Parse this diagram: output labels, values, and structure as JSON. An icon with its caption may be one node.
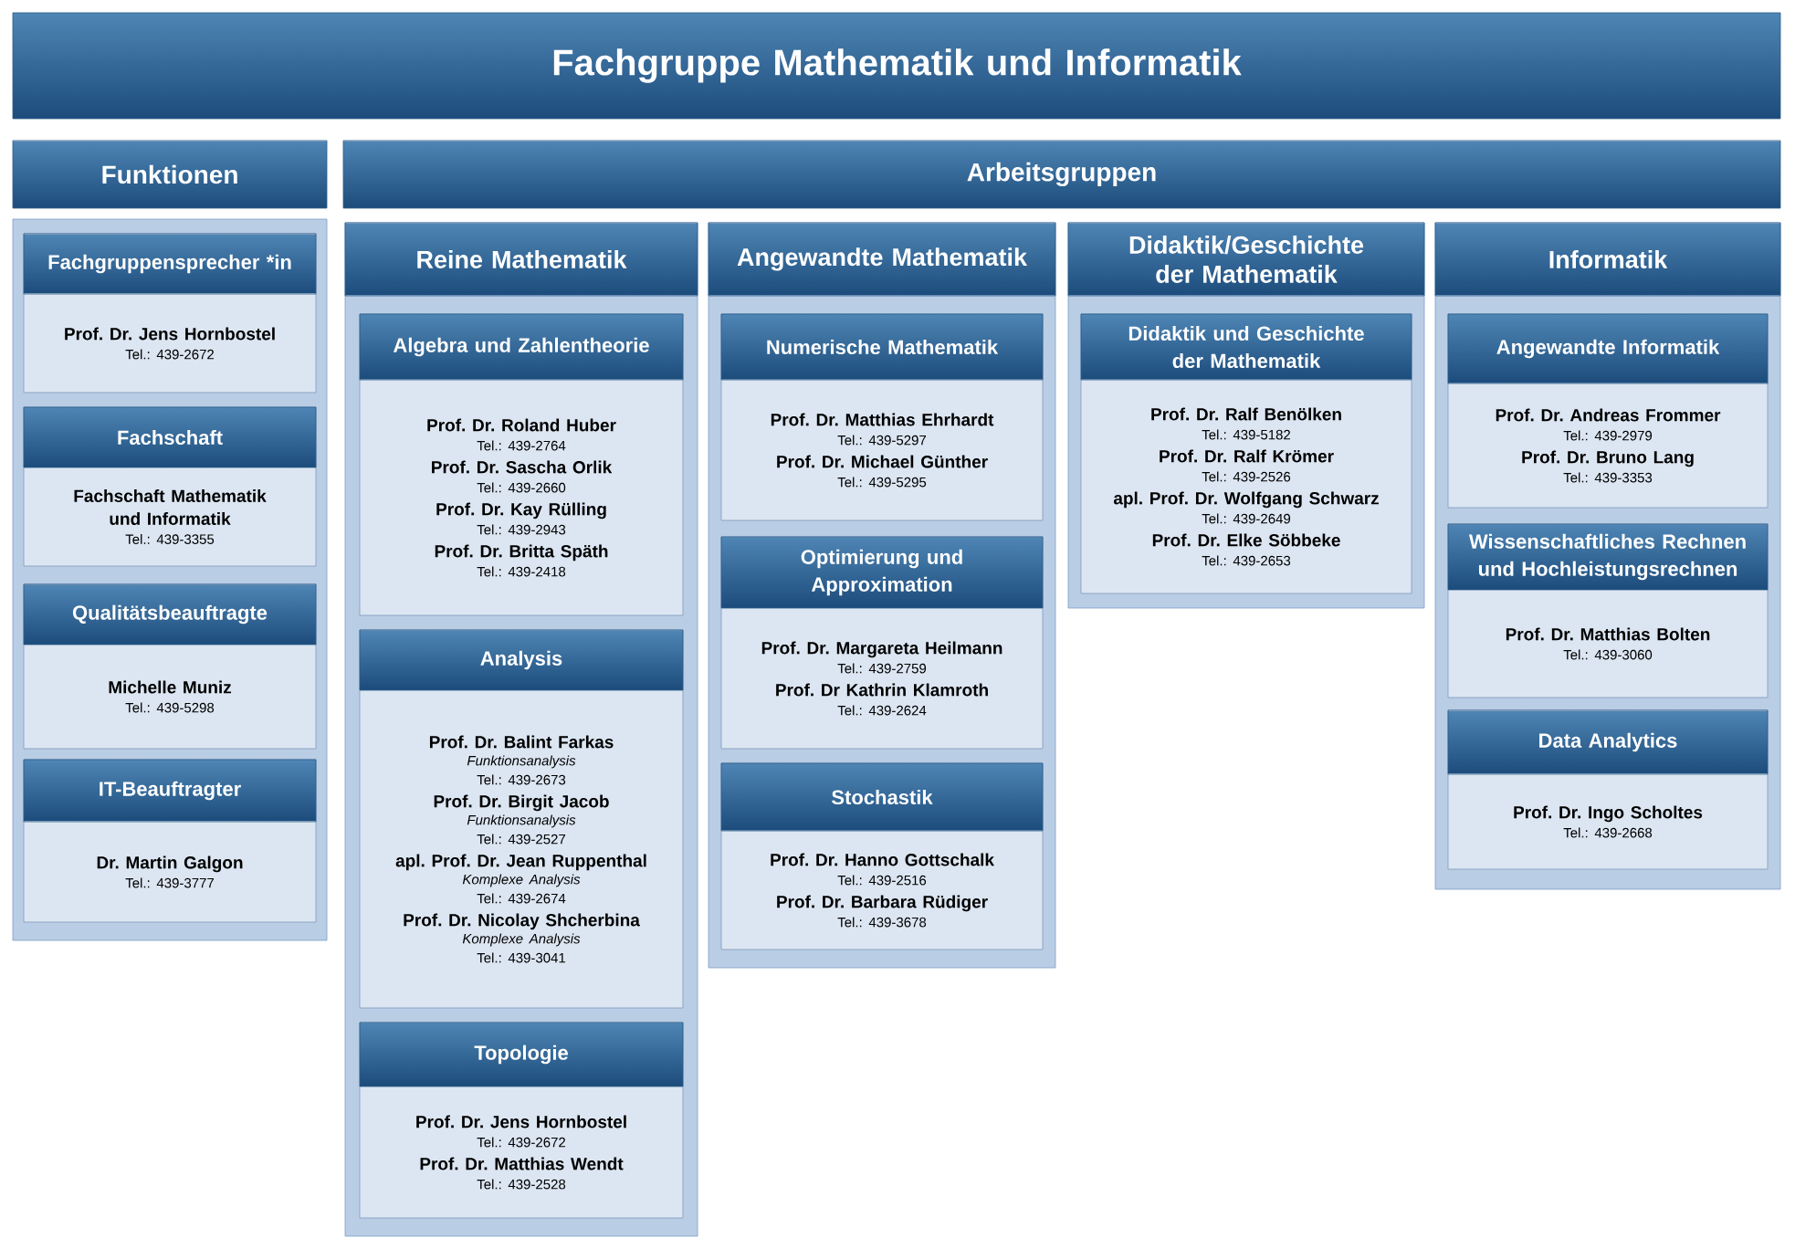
{
  "diagram": {
    "nodes": [
      {
        "text": [
          "Fachgruppe Mathematik und Informatik"
        ]
      },
      {
        "text": [
          "Funktionen"
        ]
      },
      {
        "text": [],
        "shape": "box"
      },
      {
        "text": [
          "Fachgruppensprecher *in",
          "Prof. Dr. Jens Hornbostel",
          "Tel.: 439-2672"
        ],
        "in": 2
      },
      {
        "text": [
          "Fachschaft",
          "Fachschaft Mathematik und Informatik",
          "Tel.: 439-3355"
        ],
        "in": 2
      },
      {
        "text": [
          "Qualitätsbeauftragte",
          "Michelle Muniz",
          "Tel.: 439-5298"
        ],
        "in": 2
      },
      {
        "text": [
          "IT-Beauftragter",
          "Dr. Martin Galgon",
          "Tel.: 439-3777"
        ],
        "in": 2
      },
      {
        "text": [
          "Arbeitsgruppen"
        ]
      },
      {
        "text": [],
        "shape": "box"
      },
      {
        "text": [
          "Reine Mathematik"
        ],
        "in": 8
      },
      {
        "text": [
          "Algebra und Zahlentheorie",
          "Prof. Dr. Roland Huber",
          "Tel.: 439-2764",
          "Prof. Dr. Sascha Orlik",
          "Tel.: 439-2660",
          "Prof. Dr. Kay Rülling",
          "Tel.: 439-2943",
          "Prof. Dr. Britta Späth",
          "Tel.: 439-2418"
        ],
        "in": 8
      },
      {
        "text": [
          "Analysis",
          "Prof. Dr. Balint Farkas",
          "Funktionsanalysis",
          "Tel.: 439-2673",
          "Prof. Dr. Birgit Jacob",
          "Funktionsanalysis",
          "Tel.: 439-2527",
          "apl. Prof. Dr. Jean Ruppenthal",
          "Komplexe Analysis",
          "Tel.: 439-2674",
          "Prof. Dr. Nicolay Shcherbina",
          "Komplexe Analysis",
          "Tel.: 439-3041"
        ],
        "in": 8
      },
      {
        "text": [
          "Topologie",
          "Prof. Dr. Jens Hornbostel",
          "Tel.: 439-2672",
          "Prof. Dr. Matthias Wendt",
          "Tel.: 439-2528"
        ],
        "in": 8
      },
      {
        "text": [],
        "shape": "box"
      },
      {
        "text": [
          "Angewandte Mathematik"
        ],
        "in": 13
      },
      {
        "text": [
          "Numerische Mathematik",
          "Prof. Dr. Matthias Ehrhardt",
          "Tel.: 439-5297",
          "Prof. Dr. Michael Günther",
          "Tel.: 439-5295"
        ],
        "in": 13
      },
      {
        "text": [
          "Optimierung und Approximation",
          "Prof. Dr. Margareta Heilmann",
          "Tel.: 439-2759",
          "Prof. Dr Kathrin Klamroth",
          "Tel.: 439-2624"
        ],
        "in": 13
      },
      {
        "text": [
          "Stochastik",
          "Prof.  Dr. Hanno Gottschalk",
          "Tel.: 439-2516",
          "Prof. Dr. Barbara Rüdiger",
          "Tel.: 439-3678"
        ],
        "in": 13
      },
      {
        "text": [],
        "shape": "box"
      },
      {
        "text": [
          "Didaktik/Geschichte der Mathematik"
        ],
        "in": 18
      },
      {
        "text": [
          "Didaktik  und Geschichte der Mathematik",
          "Prof. Dr. Ralf Benölken",
          "Tel.: 439-5182",
          "Prof. Dr. Ralf Krömer",
          "Tel.: 439-2526",
          "apl. Prof. Dr. Wolfgang Schwarz",
          "Tel.: 439-2649",
          "Prof. Dr. Elke Söbbeke",
          "Tel.: 439-2653"
        ],
        "in": 18
      },
      {
        "text": [],
        "shape": "box"
      },
      {
        "text": [
          "Informatik"
        ],
        "in": 21
      },
      {
        "text": [
          "Angewandte Informatik",
          "Prof. Dr. Andreas Frommer",
          "Tel.: 439-2979",
          "Prof. Dr. Bruno Lang",
          "Tel.: 439-3353"
        ],
        "in": 21
      },
      {
        "text": [
          "Wissenschaftliches Rechnen und Hochleistungsrechnen",
          "Prof. Dr. Matthias Bolten",
          "Tel.: 439-3060"
        ],
        "in": 21
      },
      {
        "text": [
          "Data Analytics",
          "Prof. Dr. Ingo Scholtes",
          "Tel.: 439-2668"
        ],
        "in": 21
      }
    ],
    "edges": []
  }
}
